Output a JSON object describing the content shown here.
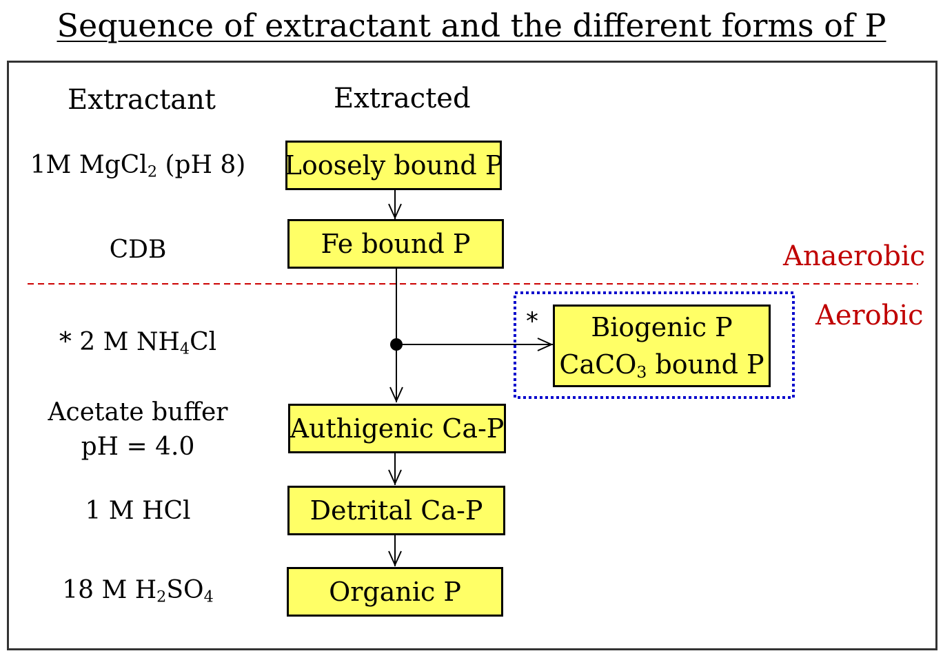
{
  "title": "Sequence of extractant and the different forms of P",
  "headers": {
    "extractant": "Extractant",
    "extracted": "Extracted"
  },
  "extractants": {
    "mgcl2": {
      "pre": "1M MgCl",
      "sub": "2",
      "post": " (pH 8)"
    },
    "cdb": "CDB",
    "nh4cl": {
      "pre": "* 2 M NH",
      "sub": "4",
      "post": "Cl"
    },
    "acetate_line1": "Acetate buffer",
    "acetate_line2": "pH = 4.0",
    "hcl": "1 M HCl",
    "h2so4": {
      "pre": "18 M H",
      "sub1": "2",
      "mid": "SO",
      "sub2": "4"
    }
  },
  "boxes": {
    "loosely": "Loosely bound P",
    "fe": "Fe bound P",
    "biogenic_line1": "Biogenic P",
    "caco3": {
      "pre": "CaCO",
      "sub": "3",
      "post": " bound P"
    },
    "authigenic": "Authigenic Ca-P",
    "detrital": "Detrital Ca-P",
    "organic": "Organic P"
  },
  "zones": {
    "anaerobic": "Anaerobic",
    "aerobic": "Aerobic"
  },
  "asterisk": "*",
  "colors": {
    "box_fill": "#ffff66",
    "zone_text": "#c00000",
    "divider": "#cc0000",
    "dotted_group": "#0000cc"
  }
}
